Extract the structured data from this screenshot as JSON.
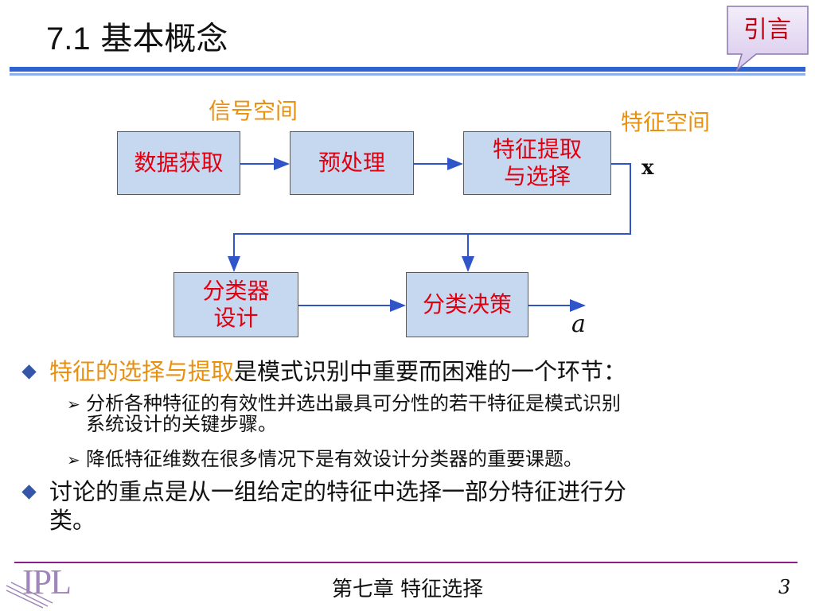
{
  "slide": {
    "title_number": "7.1",
    "title_text": "基本概念",
    "callout_label": "引言"
  },
  "diagram": {
    "signal_space_label": "信号空间",
    "feature_space_label": "特征空间",
    "box_data_acquisition": "数据获取",
    "box_preprocessing": "预处理",
    "box_feature_line1": "特征提取",
    "box_feature_line2": "与选择",
    "box_classifier_line1": "分类器",
    "box_classifier_line2": "设计",
    "box_decision": "分类决策",
    "output_x": "x",
    "output_a": "a"
  },
  "bullets": {
    "item1_highlight": "特征的选择与提取",
    "item1_rest": "是模式识别中重要而困难的一个环节：",
    "sub1_line1": "分析各种特征的有效性并选出最具可分性的若干特征是模式识别",
    "sub1_line2": "系统设计的关键步骤。",
    "sub2": "降低特征维数在很多情况下是有效设计分类器的重要课题。",
    "item2_line1": "讨论的重点是从一组给定的特征中选择一部分特征进行分",
    "item2_line2": "类。"
  },
  "footer": {
    "chapter": "第七章  特征选择",
    "page_number": "3",
    "logo_text": "IPL"
  },
  "colors": {
    "accent_orange": "#e89010",
    "box_fill": "#c6d8f0",
    "box_text": "#e00010",
    "title_rule": "#2e63d0",
    "bullet_diamond": "#3657a8",
    "footer_rule": "#8a1f8a"
  }
}
